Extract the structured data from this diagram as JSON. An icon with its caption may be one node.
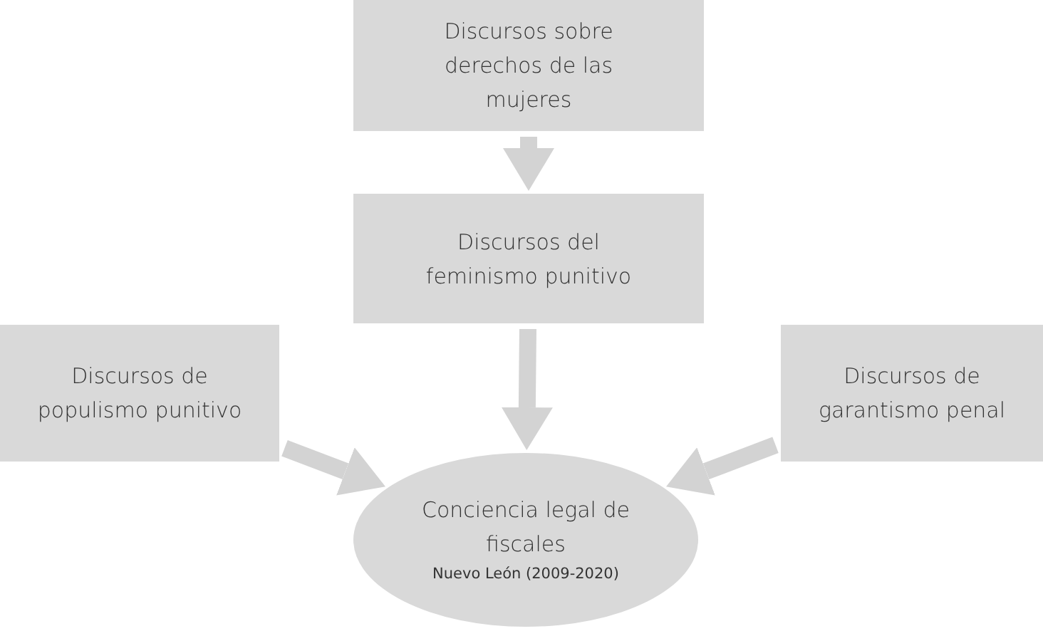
{
  "diagram": {
    "nodes": [
      {
        "text": [
          "Discursos sobre derechos de las mujeres"
        ]
      },
      {
        "text": [
          "Discursos del feminismo punitivo"
        ]
      },
      {
        "text": [
          "Discursos de populismo punitivo"
        ]
      },
      {
        "text": [
          "Discursos de garantismo penal"
        ]
      },
      {
        "text": [
          "Conciencia legal de fiscales",
          "Nuevo León (2009-2020)"
        ]
      }
    ],
    "edges": [
      {
        "from": 0,
        "to": 1,
        "arrow": "to"
      },
      {
        "from": 1,
        "to": 4,
        "arrow": "to"
      },
      {
        "from": 2,
        "to": 4,
        "arrow": "to"
      },
      {
        "from": 3,
        "to": 4,
        "arrow": "to"
      }
    ]
  }
}
